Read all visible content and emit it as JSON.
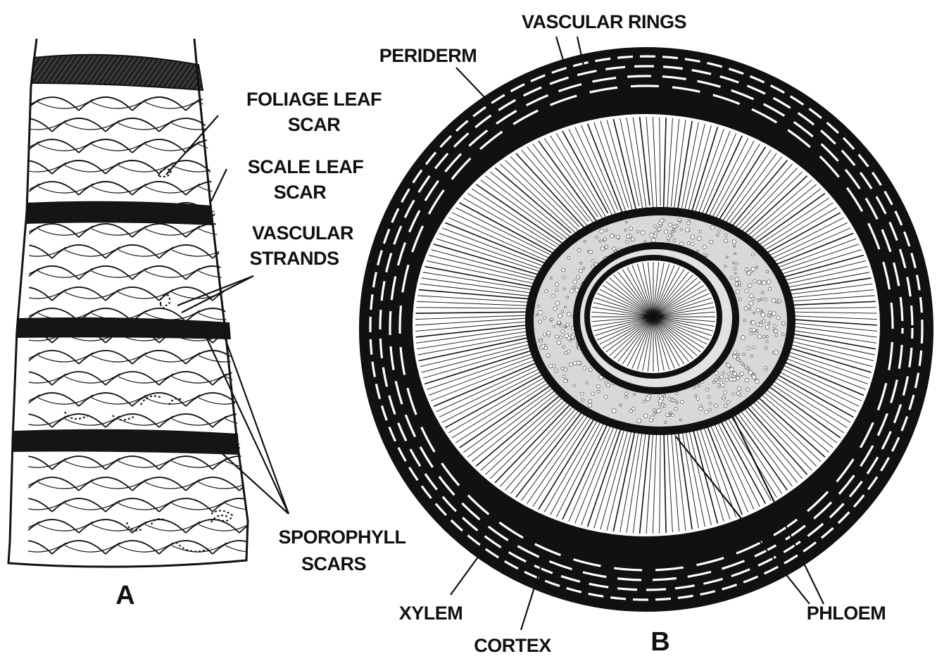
{
  "figure_a": {
    "letter": "A",
    "labels": {
      "foliage_leaf_scar": [
        "FOLIAGE LEAF",
        "SCAR"
      ],
      "scale_leaf_scar": [
        "SCALE LEAF",
        "SCAR"
      ],
      "vascular_strands": [
        "VASCULAR",
        "STRANDS"
      ],
      "sporophyll_scars": [
        "SPOROPHYLL",
        "SCARS"
      ]
    }
  },
  "figure_b": {
    "letter": "B",
    "labels": {
      "vascular_rings": "VASCULAR RINGS",
      "periderm": "PERIDERM",
      "xylem": "XYLEM",
      "cortex": "CORTEX",
      "phloem": "PHLOEM"
    }
  },
  "colors": {
    "ink": "#111111",
    "paper": "#ffffff",
    "speckle": "#cfcfcf"
  }
}
